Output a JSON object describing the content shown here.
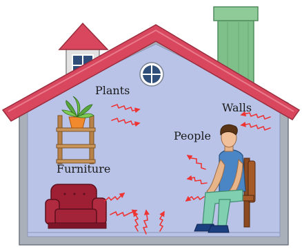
{
  "labels": {
    "plants": "Plants",
    "walls": "Walls",
    "people": "People",
    "furniture": "Furniture"
  },
  "colors": {
    "roof": "#d9475e",
    "roof_dark": "#b73449",
    "wall_fill": "#b9c3e8",
    "wall_frame": "#a8aeb8",
    "chimney": "#7fbf8a",
    "tower": "#d8d8d8",
    "arrow": "#ee3333",
    "armchair": "#9e1f34",
    "shelf": "#b98348",
    "plant_pot": "#f08a2c",
    "leaf": "#58a63c",
    "shirt": "#4a86c5",
    "pants": "#7fcfb0",
    "chair": "#8b4a20",
    "shoes": "#1c3f80"
  },
  "icons": [
    "round-window-icon",
    "attic-window-icon",
    "plant-icon",
    "armchair-icon",
    "person-icon",
    "emission-arrow-icon"
  ]
}
